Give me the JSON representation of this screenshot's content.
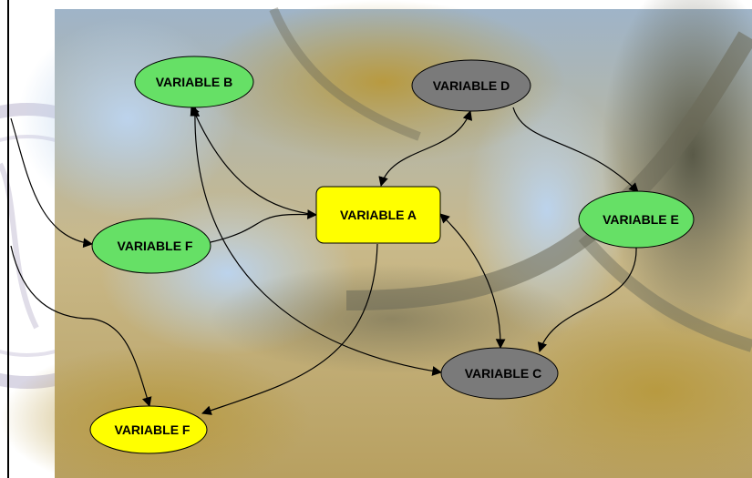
{
  "nodes": [
    {
      "id": "b",
      "label": "VARIABLE B",
      "shape": "ellipse",
      "color": "#66E066"
    },
    {
      "id": "d",
      "label": "VARIABLE D",
      "shape": "ellipse",
      "color": "#7A7A7A"
    },
    {
      "id": "a",
      "label": "VARIABLE A",
      "shape": "rect",
      "color": "#FFFF00"
    },
    {
      "id": "e",
      "label": "VARIABLE E",
      "shape": "ellipse",
      "color": "#66E066"
    },
    {
      "id": "f1",
      "label": "VARIABLE F",
      "shape": "ellipse",
      "color": "#66E066"
    },
    {
      "id": "c",
      "label": "VARIABLE C",
      "shape": "ellipse",
      "color": "#7A7A7A"
    },
    {
      "id": "f2",
      "label": "VARIABLE F",
      "shape": "ellipse",
      "color": "#FFFF00"
    }
  ],
  "edges": [
    {
      "from": "a",
      "to": "b",
      "direction": "forward"
    },
    {
      "from": "a",
      "to": "d",
      "direction": "both"
    },
    {
      "from": "d",
      "to": "e",
      "direction": "forward"
    },
    {
      "from": "f1",
      "to": "a",
      "direction": "forward"
    },
    {
      "from": "b",
      "to": "c",
      "direction": "both"
    },
    {
      "from": "a",
      "to": "c",
      "direction": "both"
    },
    {
      "from": "e",
      "to": "c",
      "direction": "forward"
    },
    {
      "from": "a",
      "to": "f2",
      "direction": "forward"
    },
    {
      "from": "offpage-left",
      "to": "f1",
      "direction": "forward"
    },
    {
      "from": "offpage-left",
      "to": "f2",
      "direction": "forward"
    }
  ],
  "colors": {
    "green_node": "#66E066",
    "gray_node": "#7A7A7A",
    "yellow_node": "#FFFF00",
    "edge": "#000000"
  },
  "background": "tree-canopy-photo"
}
